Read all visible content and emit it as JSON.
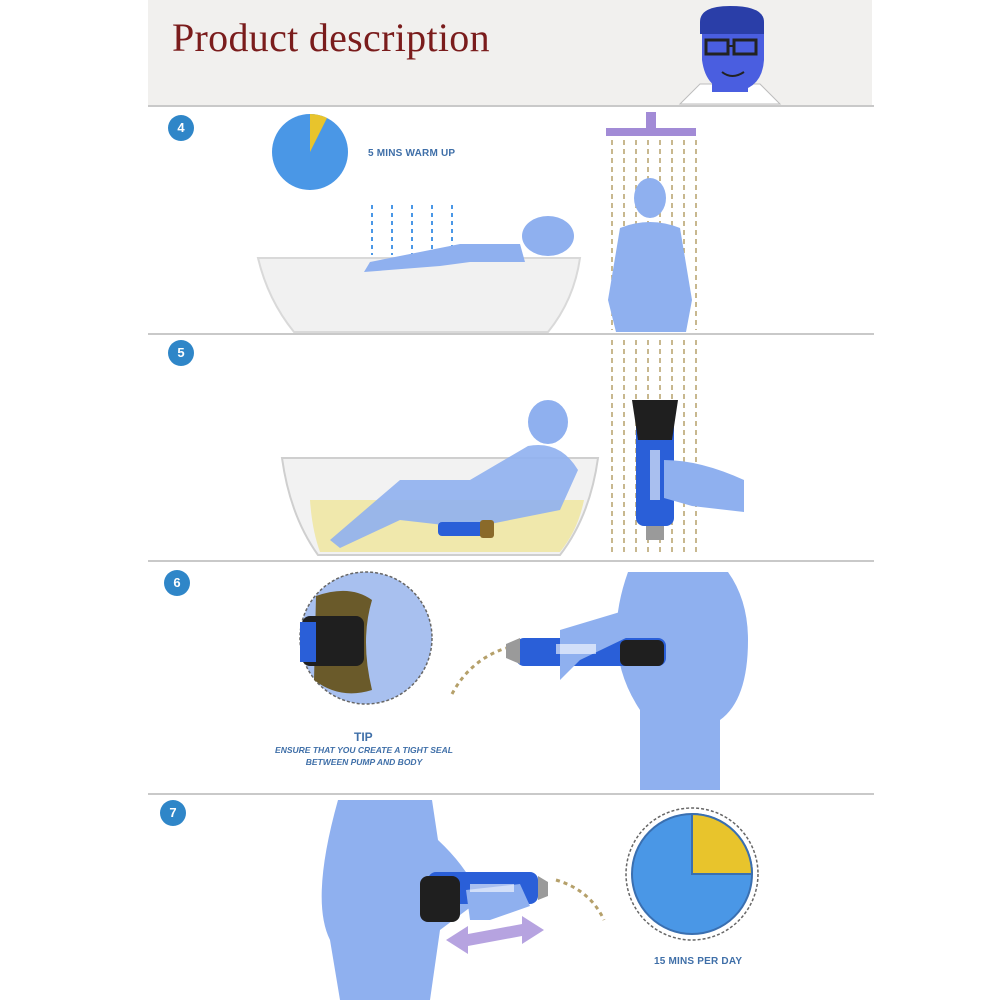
{
  "header": {
    "title": "Product description",
    "mascot_icon": "scientist-avatar-icon"
  },
  "steps": [
    {
      "number": "4",
      "caption": "5 MINS WARM UP",
      "pie_fraction": 0.05
    },
    {
      "number": "5"
    },
    {
      "number": "6",
      "tip_title": "TIP",
      "tip_line1": "ENSURE THAT YOU CREATE A TIGHT SEAL",
      "tip_line2": "BETWEEN PUMP AND BODY"
    },
    {
      "number": "7",
      "caption": "15 MINS PER DAY",
      "pie_fraction": 0.25
    }
  ],
  "colors": {
    "title": "#7a1c1c",
    "badge": "#2f86c8",
    "figure": "#8fb0ef",
    "pie_main": "#4a97e6",
    "pie_slice": "#e8c42c",
    "pump_blue": "#2a5fd8",
    "water": "#f0e6a0",
    "shower": "#a28bd6"
  }
}
